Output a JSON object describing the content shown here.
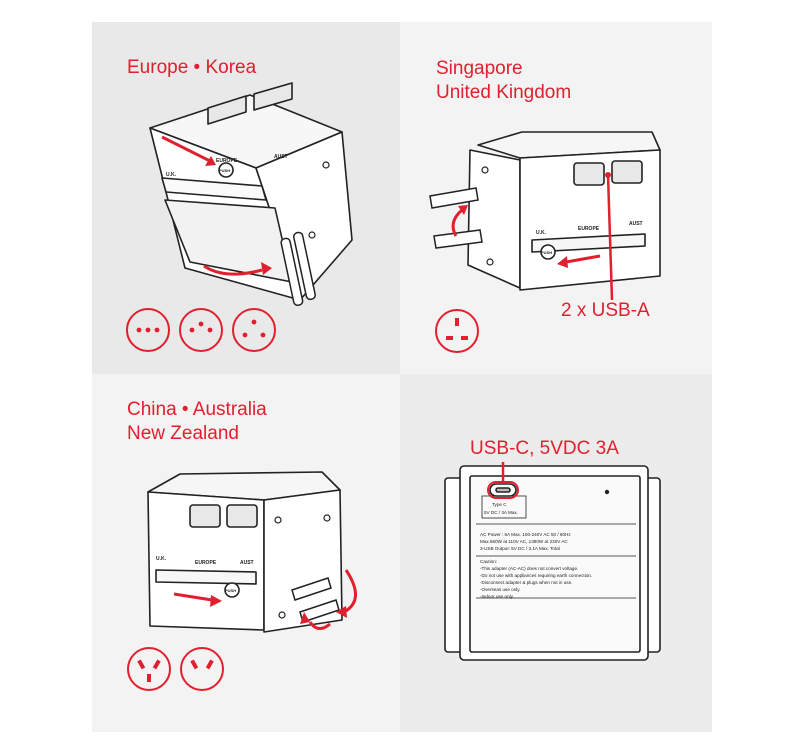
{
  "panels": {
    "europe_korea": {
      "title": "Europe • Korea",
      "device_labels": {
        "uk": "U.K.",
        "europe": "EUROPE",
        "aust": "AUST",
        "push": "PUSH"
      }
    },
    "singapore_uk": {
      "title_line1": "Singapore",
      "title_line2": "United Kingdom",
      "callout": "2 x USB-A",
      "device_labels": {
        "uk": "U.K.",
        "europe": "EUROPE",
        "aust": "AUST",
        "push": "PUSH"
      }
    },
    "china_australia": {
      "title_line1": "China • Australia",
      "title_line2": "New Zealand",
      "device_labels": {
        "uk": "U.K.",
        "europe": "EUROPE",
        "aust": "AUST",
        "push": "PUSH"
      }
    },
    "usb_c": {
      "callout": "USB-C, 5VDC 3A",
      "port_label": "Type C",
      "port_rating": "5V DC / 3A Max.",
      "spec_lines": [
        "AC Power : 6A Max. 100-240V AC 50 / 60Hz",
        "Max.660W at 110V AC, 1380W at 230V AC",
        "3-USB Output: 5V DC / 3.1A Max. Total"
      ],
      "caution_title": "Caution:",
      "caution_lines": [
        "-This adapter (AC-AC) does not convert voltage.",
        "-Do not use with appliances requiring earth connection.",
        "-Disconnect adapter & plugs when not in use.",
        "-Overseas use only.",
        "-Indoor use only."
      ]
    }
  },
  "colors": {
    "accent": "#e0202e",
    "line": "#222222",
    "panel_dark": "#e9e9e9",
    "panel_light": "#f3f3f3"
  }
}
